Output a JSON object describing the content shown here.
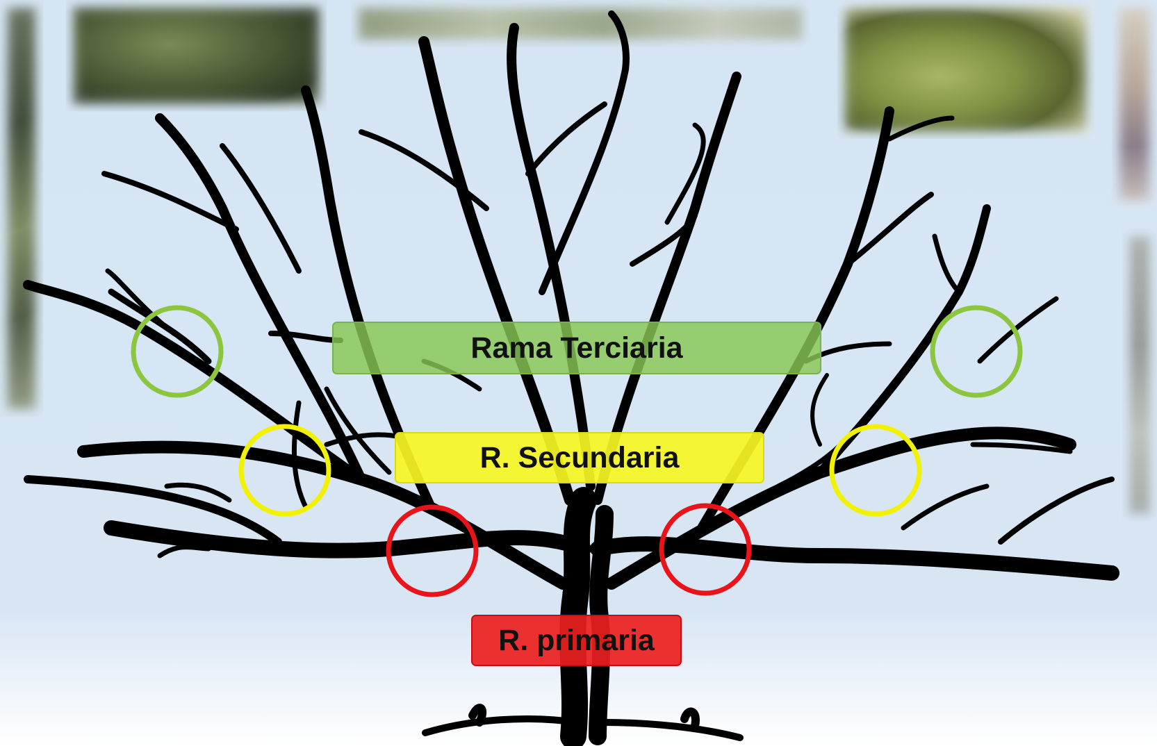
{
  "labels": {
    "tertiary": "Rama Terciaria",
    "secondary": "R. Secundaria",
    "primary": "R. primaria"
  },
  "colors": {
    "background": "#d6e5f4",
    "tree": "#000000",
    "tertiary": "#89c754",
    "secondary": "#f6f622",
    "primary": "#ea2020",
    "circle_tertiary": "#8cc63f",
    "circle_secondary": "#f2f200",
    "circle_primary": "#e8141a"
  },
  "markers": [
    {
      "level": "tertiary",
      "side": "left"
    },
    {
      "level": "tertiary",
      "side": "right"
    },
    {
      "level": "secondary",
      "side": "left"
    },
    {
      "level": "secondary",
      "side": "right"
    },
    {
      "level": "primary",
      "side": "left"
    },
    {
      "level": "primary",
      "side": "right"
    }
  ]
}
